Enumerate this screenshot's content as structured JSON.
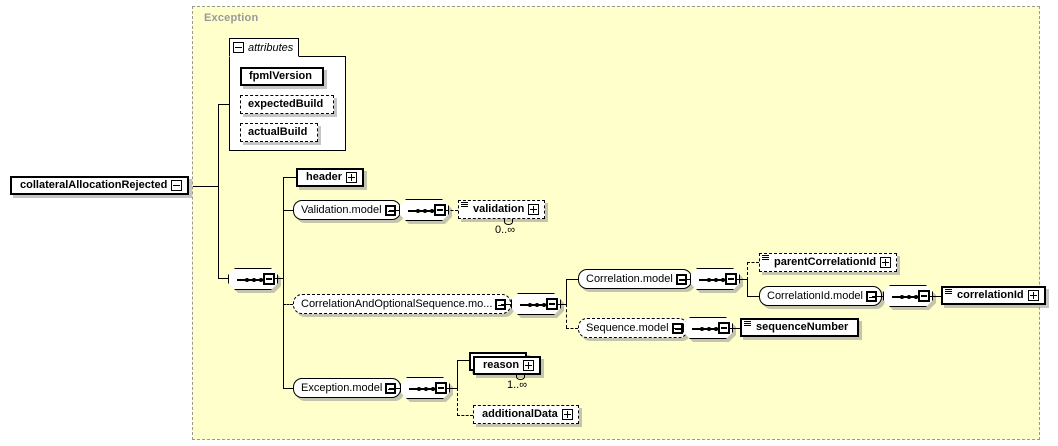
{
  "diagram": {
    "type": "xsd-schema-diagram",
    "root_element": "collateralAllocationRejected",
    "container_label": "Exception",
    "colors": {
      "container_bg": "#ffffcc",
      "container_border": "#999999",
      "container_label": "#999999",
      "node_bg": "#ffffff",
      "line": "#000000",
      "page_bg": "#ffffff"
    }
  },
  "root": {
    "label": "collateralAllocationRejected",
    "toggle": "minus"
  },
  "attributes_panel": {
    "tab_label": "attributes",
    "tab_toggle": "minus",
    "items": [
      {
        "label": "fpmlVersion",
        "style": "solid",
        "required": true
      },
      {
        "label": "expectedBuild",
        "style": "dashed",
        "required": false
      },
      {
        "label": "actualBuild",
        "style": "dashed",
        "required": false
      }
    ]
  },
  "nodes": {
    "header": {
      "label": "header",
      "toggle": "plus",
      "style": "solid"
    },
    "validation_model": {
      "label": "Validation.model",
      "toggle": "minus",
      "style": "solid"
    },
    "validation": {
      "label": "validation",
      "toggle": "plus",
      "style": "dashed",
      "cardinality": "0..∞"
    },
    "cor_opt_seq_model": {
      "label": "CorrelationAndOptionalSequence.mo...",
      "toggle": "minus",
      "style": "dashed"
    },
    "correlation_model": {
      "label": "Correlation.model",
      "toggle": "minus",
      "style": "solid"
    },
    "parent_correlation_id": {
      "label": "parentCorrelationId",
      "toggle": "plus",
      "style": "dashed"
    },
    "correlation_id_model": {
      "label": "CorrelationId.model",
      "toggle": "minus",
      "style": "solid"
    },
    "correlation_id": {
      "label": "correlationId",
      "toggle": "plus",
      "style": "solid"
    },
    "sequence_model": {
      "label": "Sequence.model",
      "toggle": "minus",
      "style": "dashed"
    },
    "sequence_number": {
      "label": "sequenceNumber",
      "toggle": "none",
      "style": "solid"
    },
    "exception_model": {
      "label": "Exception.model",
      "toggle": "minus",
      "style": "solid"
    },
    "reason": {
      "label": "reason",
      "toggle": "plus",
      "style": "solid",
      "cardinality": "1..∞"
    },
    "additional_data": {
      "label": "additionalData",
      "toggle": "plus",
      "style": "dashed"
    }
  },
  "compositors": {
    "root_sequence": {
      "kind": "sequence",
      "toggle": "minus"
    },
    "validation_sequence": {
      "kind": "sequence",
      "toggle": "minus"
    },
    "cor_opt_sequence": {
      "kind": "sequence",
      "toggle": "minus"
    },
    "correlation_sequence": {
      "kind": "sequence",
      "toggle": "minus"
    },
    "corrid_sequence": {
      "kind": "sequence",
      "toggle": "minus"
    },
    "sequence_sequence": {
      "kind": "sequence",
      "toggle": "minus"
    },
    "exception_sequence": {
      "kind": "sequence",
      "toggle": "minus"
    }
  }
}
